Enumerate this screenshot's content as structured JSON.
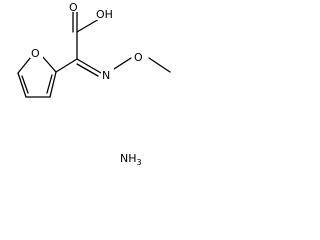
{
  "structure": {
    "atoms": {
      "carboxyl_carbonyl_oxygen": "O",
      "carboxyl_hydroxyl": "OH",
      "furan_ring_oxygen": "O",
      "oxime_nitrogen": "N",
      "methoxy_oxygen": "O"
    },
    "reagent": {
      "base": "NH",
      "subscript": "3"
    }
  }
}
